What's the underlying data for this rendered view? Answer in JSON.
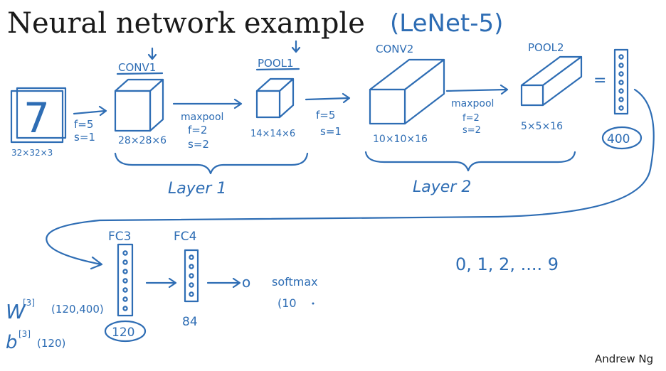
{
  "slide": {
    "title": "Neural network example",
    "subtitle": "(LeNet-5)",
    "credit": "Andrew Ng",
    "ink_color": "#2e6db4"
  },
  "input": {
    "digit": "7",
    "dims": "32×32×3",
    "params": [
      "f=5",
      "s=1"
    ]
  },
  "layers": [
    {
      "name": "Layer 1",
      "conv": {
        "label": "CONV1",
        "dims": "28×28×6"
      },
      "pool": {
        "label": "POOL1",
        "dims": "14×14×6",
        "method": "maxpool",
        "params": [
          "f=2",
          "s=2"
        ]
      }
    },
    {
      "name": "Layer 2",
      "conv": {
        "label": "CONV2",
        "dims": "10×10×16",
        "params": [
          "f=5",
          "s=1"
        ]
      },
      "pool": {
        "label": "POOL2",
        "dims": "5×5×16",
        "method": "maxpool",
        "params": [
          "f=2",
          "s=2"
        ]
      }
    }
  ],
  "flatten": {
    "symbol": "=",
    "size": "400"
  },
  "fc3": {
    "label": "FC3",
    "size": "120",
    "weight_label": "W",
    "weight_superscript": "[3]",
    "weight_shape": "(120,400)",
    "bias_label": "b",
    "bias_superscript": "[3]",
    "bias_shape": "(120)"
  },
  "fc4": {
    "label": "FC4",
    "size": "84"
  },
  "output": {
    "node": "o",
    "activation": "softmax",
    "partial_note": "(10",
    "classes": "0, 1, 2, .... 9"
  }
}
